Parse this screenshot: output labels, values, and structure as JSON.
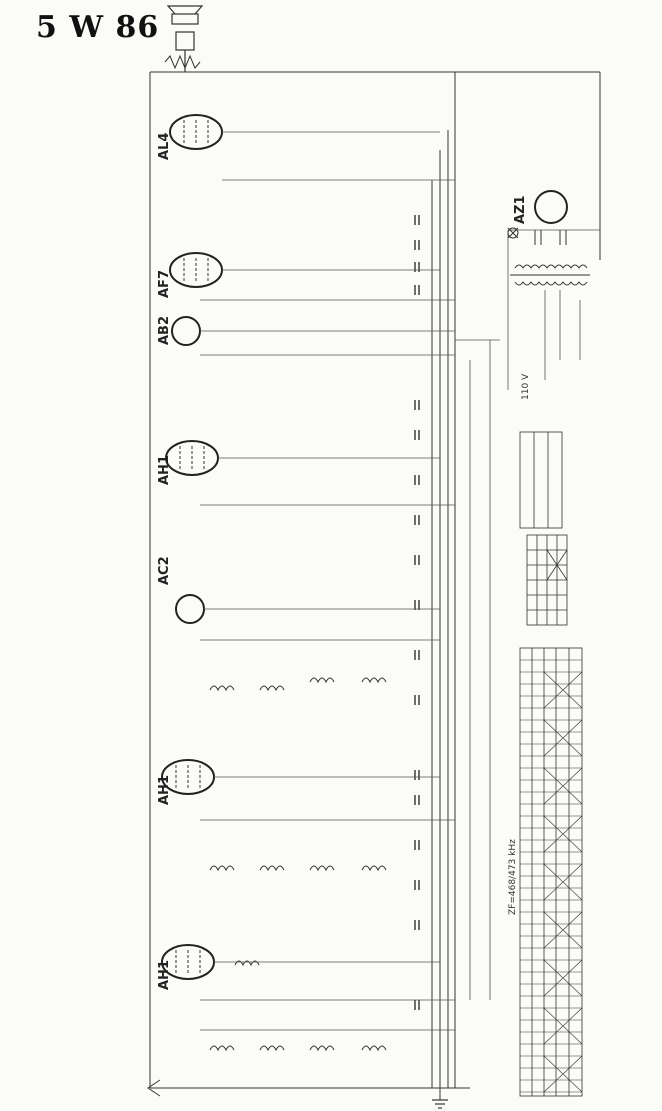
{
  "title": "5 W 86",
  "tubes": [
    {
      "id": "AL4",
      "label": "AL4"
    },
    {
      "id": "AF7a",
      "label": "AF7"
    },
    {
      "id": "AB2",
      "label": "AB2"
    },
    {
      "id": "AH1a",
      "label": "AH1"
    },
    {
      "id": "AC2",
      "label": "AC2"
    },
    {
      "id": "AH1b",
      "label": "AH1"
    },
    {
      "id": "AH1c",
      "label": "AH1"
    },
    {
      "id": "AZ1",
      "label": "AZ1"
    }
  ],
  "annotations": {
    "if_frequency": "ZF=468/473 kHz",
    "mains_voltage": "110 V"
  },
  "colors": {
    "ink": "#333333",
    "paper": "#fbfbf8"
  }
}
